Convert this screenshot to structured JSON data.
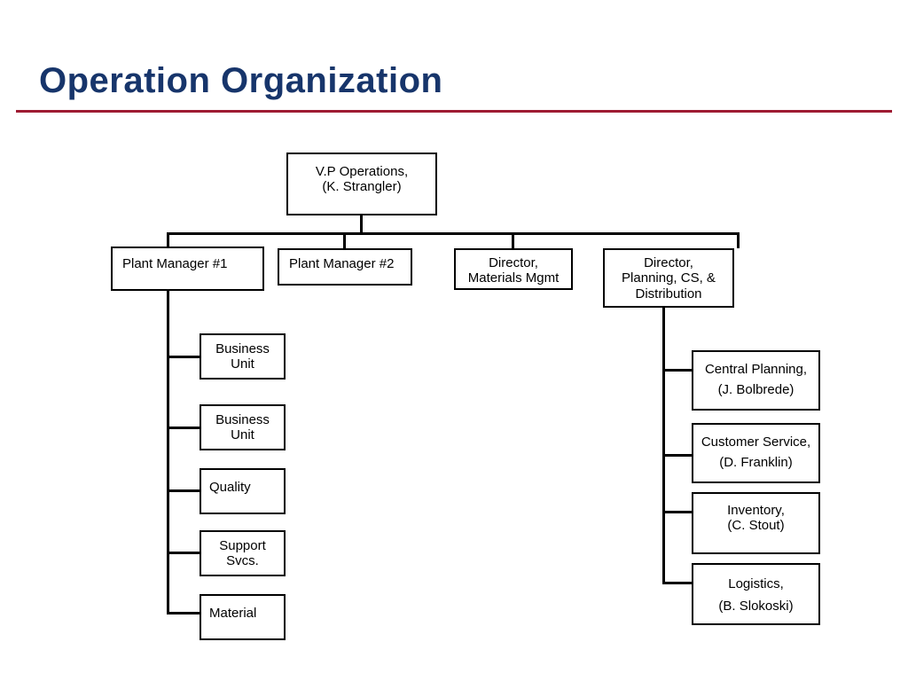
{
  "slide": {
    "title": "Operation Organization",
    "accent_rule_color": "#9e1b32",
    "title_color": "#17356b",
    "node_border_color": "#000000",
    "background": "#ffffff"
  },
  "chart_data": {
    "type": "org-chart",
    "title": "Operation Organization",
    "root": {
      "id": "vp-operations",
      "lines": [
        "V.P Operations,",
        "(K. Strangler)"
      ],
      "align": "center"
    },
    "level2": [
      {
        "id": "plant-manager-1",
        "lines": [
          "Plant Manager #1"
        ],
        "align": "left"
      },
      {
        "id": "plant-manager-2",
        "lines": [
          "Plant Manager #2"
        ],
        "align": "left"
      },
      {
        "id": "director-materials-mgmt",
        "lines": [
          "Director,",
          "Materials Mgmt"
        ],
        "align": "center"
      },
      {
        "id": "director-planning-cs-distribution",
        "lines": [
          "Director,",
          "Planning, CS, &",
          "Distribution"
        ],
        "align": "center"
      }
    ],
    "plant_manager_1_children": [
      {
        "id": "business-unit-1",
        "lines": [
          "Business",
          "Unit"
        ],
        "align": "center"
      },
      {
        "id": "business-unit-2",
        "lines": [
          "Business",
          "Unit"
        ],
        "align": "center"
      },
      {
        "id": "quality",
        "lines": [
          "Quality"
        ],
        "align": "left"
      },
      {
        "id": "support-svcs",
        "lines": [
          "Support",
          "Svcs."
        ],
        "align": "center"
      },
      {
        "id": "material",
        "lines": [
          "Material"
        ],
        "align": "left"
      }
    ],
    "director_planning_children": [
      {
        "id": "central-planning",
        "lines": [
          "Central Planning,",
          "(J. Bolbrede)"
        ],
        "align": "center"
      },
      {
        "id": "customer-service",
        "lines": [
          "Customer Service,",
          "(D. Franklin)"
        ],
        "align": "center"
      },
      {
        "id": "inventory",
        "lines": [
          "Inventory,",
          "(C. Stout)"
        ],
        "align": "center"
      },
      {
        "id": "logistics",
        "lines": [
          "Logistics,",
          "(B. Slokoski)"
        ],
        "align": "center"
      }
    ]
  },
  "nodes": {
    "vp_operations": {
      "l1": "V.P Operations,",
      "l2": "(K. Strangler)"
    },
    "plant_manager_1": {
      "l1": "Plant Manager #1"
    },
    "plant_manager_2": {
      "l1": "Plant Manager #2"
    },
    "director_materials": {
      "l1": "Director,",
      "l2": "Materials Mgmt"
    },
    "director_planning": {
      "l1": "Director,",
      "l2": "Planning, CS, &",
      "l3": "Distribution"
    },
    "business_unit_1": {
      "l1": "Business",
      "l2": "Unit"
    },
    "business_unit_2": {
      "l1": "Business",
      "l2": "Unit"
    },
    "quality": {
      "l1": "Quality"
    },
    "support_svcs": {
      "l1": "Support",
      "l2": "Svcs."
    },
    "material": {
      "l1": "Material"
    },
    "central_planning": {
      "l1": "Central Planning,",
      "l2": "(J. Bolbrede)"
    },
    "customer_service": {
      "l1": "Customer Service,",
      "l2": "(D. Franklin)"
    },
    "inventory": {
      "l1": "Inventory,",
      "l2": "(C. Stout)"
    },
    "logistics": {
      "l1": "Logistics,",
      "l2": "(B. Slokoski)"
    }
  }
}
